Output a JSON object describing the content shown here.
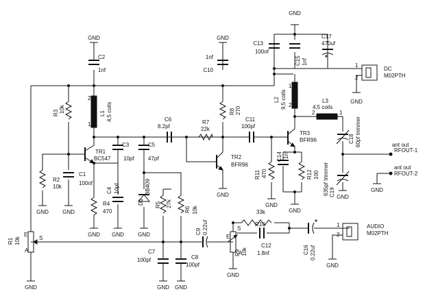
{
  "colors": {
    "background": "#ffffff",
    "ink": "#111111"
  },
  "gnd_label": "GND",
  "components": {
    "C2": {
      "ref": "C2",
      "value": "1nf"
    },
    "C10": {
      "ref": "C10",
      "value": "1nf"
    },
    "C13": {
      "ref": "C13",
      "value": "100nf"
    },
    "C15": {
      "ref": "C15",
      "value": "1nf"
    },
    "C17": {
      "ref": "C17",
      "value": "470uf"
    },
    "L1": {
      "ref": "L1",
      "value": "4,5 coils"
    },
    "R3": {
      "ref": "R3",
      "value": "10k"
    },
    "R8": {
      "ref": "R8",
      "value": "270"
    },
    "L2": {
      "ref": "L2",
      "value": "9,5 coils"
    },
    "L3": {
      "ref": "L3",
      "value": "4,5 coils"
    },
    "C6": {
      "ref": "C6",
      "value": "8.2pf"
    },
    "R7": {
      "ref": "R7",
      "value": "22k"
    },
    "C11": {
      "ref": "C11",
      "value": "100pf"
    },
    "TR1": {
      "ref": "TR1",
      "value": "BC547"
    },
    "TR2": {
      "ref": "TR2",
      "value": "BFR96"
    },
    "TR3": {
      "ref": "TR3",
      "value": "BFR96"
    },
    "C3": {
      "ref": "C3",
      "value": "10pf"
    },
    "C5": {
      "ref": "C5",
      "value": "47pf"
    },
    "C4": {
      "ref": "C4",
      "value": "10pf"
    },
    "C1": {
      "ref": "C1",
      "value": "100nf"
    },
    "R2": {
      "ref": "R2",
      "value": "10k"
    },
    "R4": {
      "ref": "R4",
      "value": "470"
    },
    "D1": {
      "ref": "D1",
      "value": "BB409"
    },
    "R5": {
      "ref": "R5",
      "value": "27k"
    },
    "R6": {
      "ref": "R6",
      "value": "10k"
    },
    "C7": {
      "ref": "C7",
      "value": "100pf"
    },
    "C8": {
      "ref": "C8",
      "value": "100pf"
    },
    "C9": {
      "ref": "C9",
      "value": "0.22uf"
    },
    "R9": {
      "ref": "R9",
      "value": "10k"
    },
    "R10": {
      "ref": "R10",
      "value": "33k"
    },
    "C12": {
      "ref": "C12",
      "value": "1.8nf"
    },
    "C16": {
      "ref": "C16",
      "value": "0.22uf"
    },
    "R11": {
      "ref": "R11",
      "value": "470"
    },
    "C14": {
      "ref": "C14",
      "value": "1nf"
    },
    "R12": {
      "ref": "R12",
      "value": "100"
    },
    "C18": {
      "ref": "C18",
      "value": "60pf trimmer"
    },
    "C19": {
      "ref": "C19",
      "value": "635pf trimmer"
    },
    "R1": {
      "ref": "R1",
      "value": "10k"
    }
  },
  "connectors": {
    "dc": {
      "name": "DC",
      "part": "M02PTH"
    },
    "audio": {
      "name": "AUDIO",
      "part": "M02PTH"
    }
  },
  "antenna": {
    "out1": {
      "name": "ant out",
      "net": "RFOUT-1"
    },
    "out2": {
      "name": "ant out",
      "net": "RFOUT-2"
    }
  },
  "pins": {
    "one": "1",
    "two": "2",
    "a": "A",
    "e": "E",
    "s": "S"
  }
}
